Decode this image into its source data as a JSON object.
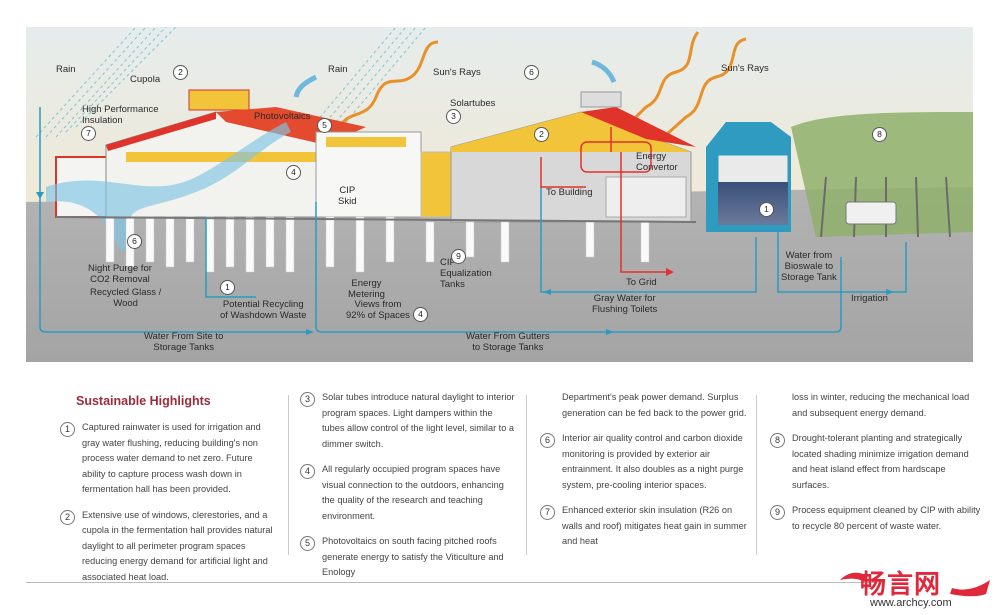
{
  "diagram": {
    "labels": {
      "rain_left": "Rain",
      "cupola": "Cupola",
      "high_perf_insulation": "High Performance\nInsulation",
      "rain_mid": "Rain",
      "photovoltaics": "Photovoltaics",
      "suns_rays_left": "Sun's Rays",
      "solartubes": "Solartubes",
      "suns_rays_right": "Sun's Rays",
      "cip_skid": "CIP\nSkid",
      "energy_convertor": "Energy\nConvertor",
      "to_building": "To Building",
      "night_purge": "Night Purge for\nCO2 Removal",
      "recycled_glass": "Recycled Glass /\nWood",
      "potential_recycling": "Potential Recycling\nof Washdown Waste",
      "energy_metering": "Energy\nMetering",
      "views_from": "Views from\n92% of Spaces",
      "cip_equalization": "CIP\nEqualization\nTanks",
      "to_grid": "To Grid",
      "gray_water": "Gray Water for\nFlushing Toilets",
      "water_bioswale": "Water from\nBioswale to\nStorage Tank",
      "irrigation": "Irrigation",
      "water_site": "Water From Site to\nStorage Tanks",
      "water_gutters": "Water From Gutters\nto Storage Tanks"
    },
    "markers": [
      "2",
      "7",
      "5",
      "6",
      "3",
      "2",
      "4",
      "6",
      "1",
      "4",
      "9",
      "1",
      "8"
    ]
  },
  "highlights": {
    "title": "Sustainable Highlights",
    "items": [
      {
        "num": "1",
        "text": "Captured rainwater is used for irrigation and gray water flushing, reducing building's non process water demand to net zero. Future ability to capture process wash down in fermentation hall has been provided."
      },
      {
        "num": "2",
        "text": "Extensive use of windows, clerestories, and a cupola in the fermentation hall provides natural daylight to all perimeter program spaces reducing energy demand for artificial light and associated heat load."
      },
      {
        "num": "3",
        "text": "Solar tubes introduce natural daylight to interior program spaces. Light dampers within the tubes allow control of the light level, similar to a dimmer switch."
      },
      {
        "num": "4",
        "text": "All regularly occupied program spaces have visual connection to the outdoors, enhancing the quality of the research and teaching environment."
      },
      {
        "num": "5",
        "text": "Photovoltaics on south facing pitched roofs generate energy to satisfy the Viticulture and Enology",
        "continued": "Department's peak power demand. Surplus generation can be fed back to the power grid."
      },
      {
        "num": "6",
        "text": "Interior air quality control and carbon dioxide monitoring is provided by exterior air entrainment. It also doubles as a night purge system, pre-cooling interior spaces."
      },
      {
        "num": "7",
        "text": "Enhanced exterior skin insulation (R26 on walls and roof) mitigates heat gain in summer and heat",
        "continued": "loss in winter, reducing the mechanical load and subsequent energy demand."
      },
      {
        "num": "8",
        "text": "Drought-tolerant planting and strategically located shading minimize irrigation demand and heat island effect from hardscape surfaces."
      },
      {
        "num": "9",
        "text": "Process equipment cleaned by CIP with ability to recycle 80 percent of waste water."
      }
    ]
  },
  "watermark": {
    "logo_text": "畅言网",
    "url": "www.archcy.com"
  },
  "colors": {
    "title": "#9b2c3c",
    "water": "#2a9bbf",
    "energy": "#e0332a",
    "sun": "#e8902a",
    "roof_yellow": "#f2c43a",
    "ground": "#a8a8a8",
    "logo": "#e0283a"
  }
}
